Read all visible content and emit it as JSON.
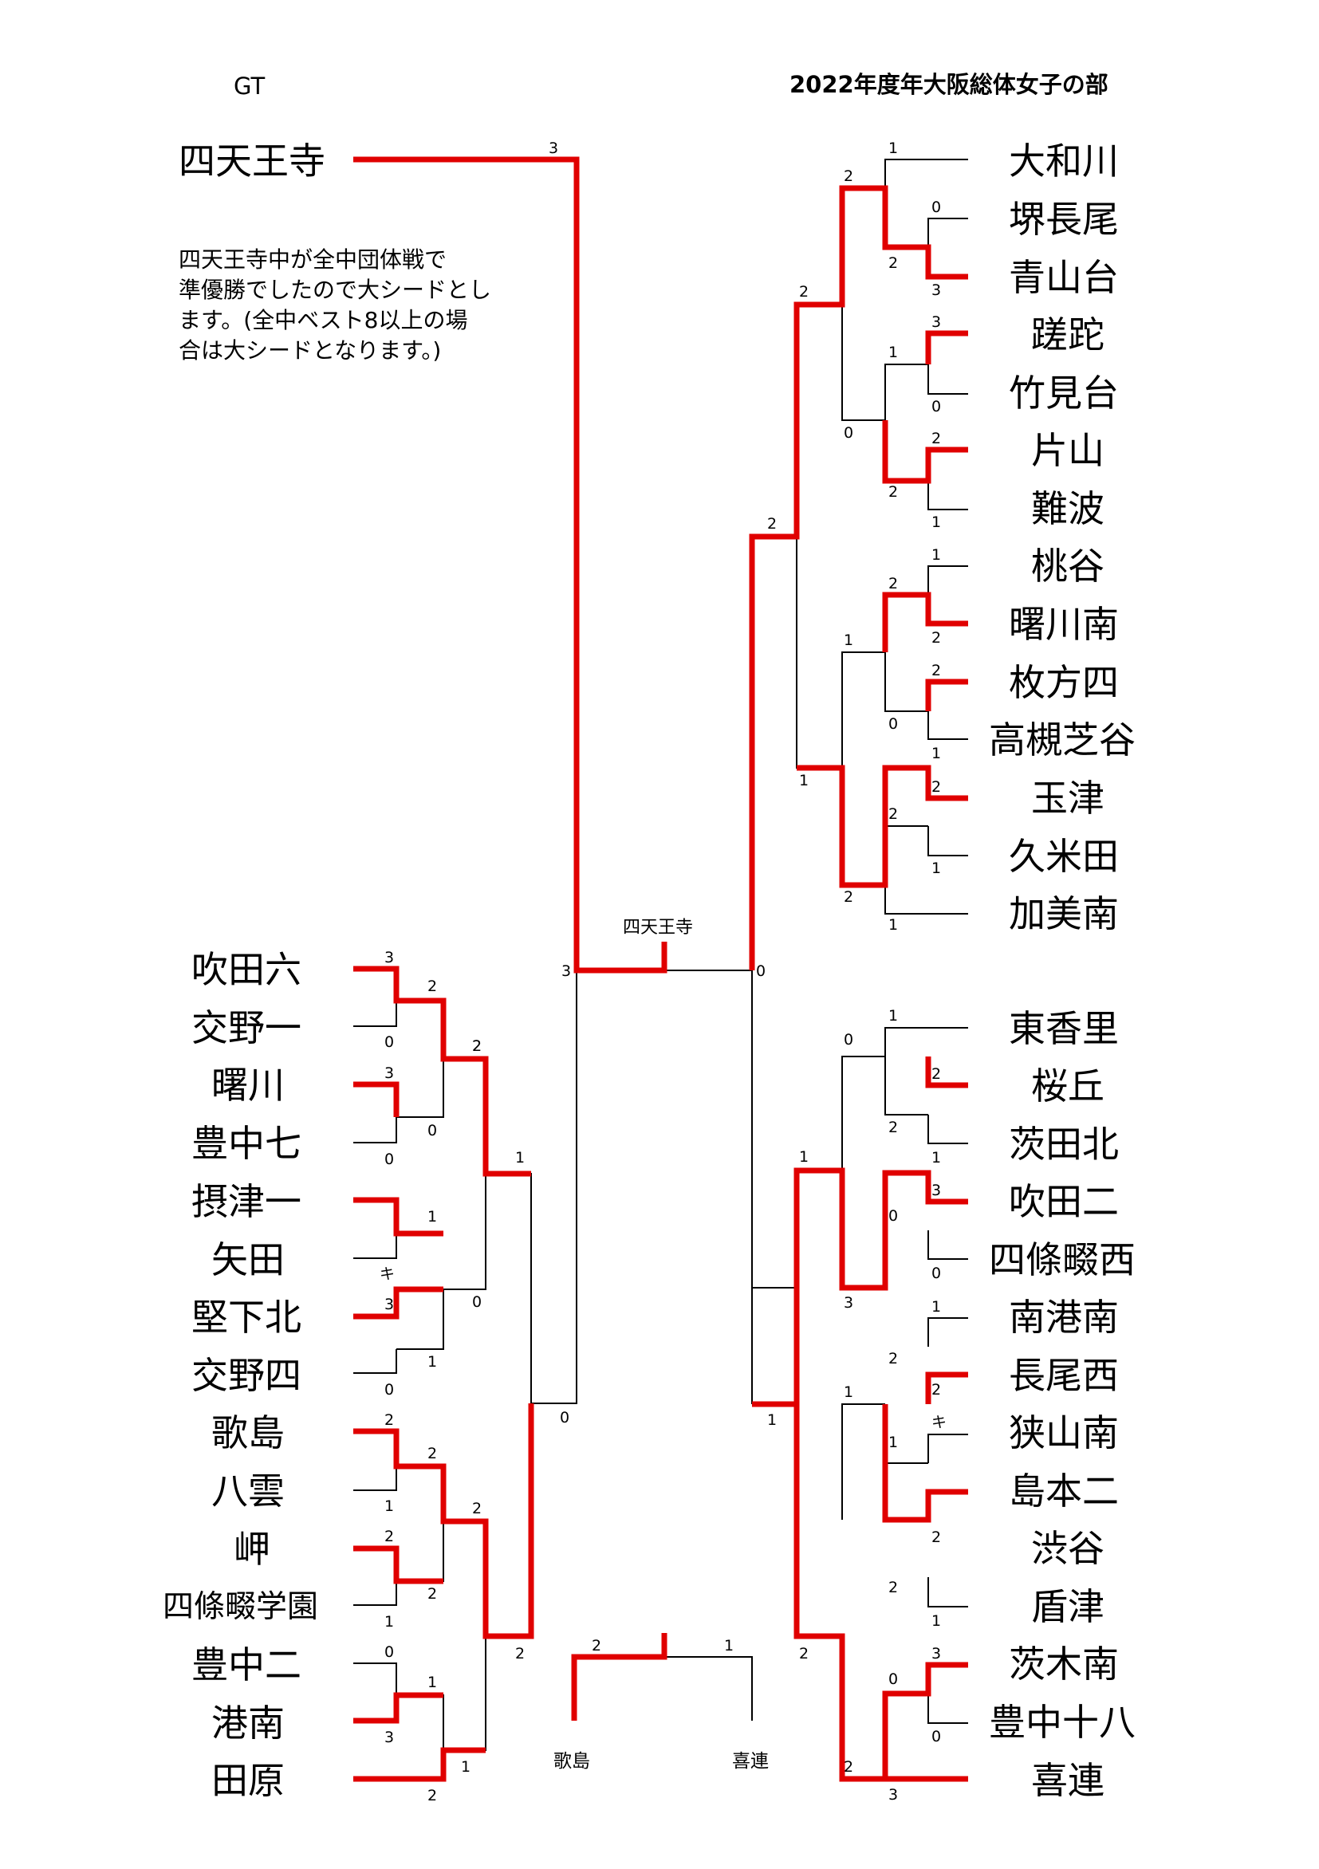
{
  "header": {
    "left_label": "GT",
    "title": "2022年度年大阪総体女子の部"
  },
  "note": "四天王寺中が全中団体戦で\n準優勝でしたので大シードとし\nます。(全中ベスト8以上の場\n合は大シードとなります。)",
  "champion_label": "四天王寺",
  "third_place": {
    "left_team": "歌島",
    "right_team": "喜連",
    "left_score": "2",
    "right_score": "1"
  },
  "seed_team": "四天王寺",
  "left_teams": [
    "吹田六",
    "交野一",
    "曙川",
    "豊中七",
    "摂津一",
    "矢田",
    "堅下北",
    "交野四",
    "歌島",
    "八雲",
    "岬",
    "四條畷学園",
    "豊中二",
    "港南",
    "田原"
  ],
  "right_teams": [
    "大和川",
    "堺長尾",
    "青山台",
    "蹉跎",
    "竹見台",
    "片山",
    "難波",
    "桃谷",
    "曙川南",
    "枚方四",
    "高槻芝谷",
    "玉津",
    "久米田",
    "加美南",
    "東香里",
    "桜丘",
    "茨田北",
    "吹田二",
    "四條畷西",
    "南港南",
    "長尾西",
    "狭山南",
    "島本二",
    "渋谷",
    "盾津",
    "茨木南",
    "豊中十八",
    "喜連"
  ],
  "scores": {
    "seed": "3",
    "top_semifinal": "3",
    "final_left": "3",
    "final_right": "0",
    "left": {
      "r1": [
        "3",
        "0",
        "3",
        "0",
        "1",
        "キ",
        "3",
        "0",
        "2",
        "1",
        "2",
        "1",
        "0",
        "3",
        "2"
      ],
      "r2": [
        "2",
        "0",
        "1",
        "2",
        "2",
        "1",
        "1",
        "1"
      ],
      "r3": [
        "2",
        "1",
        "0",
        "2"
      ],
      "r4": [
        "1",
        "0",
        "2"
      ]
    },
    "right": {
      "r1": [
        "1",
        "0",
        "3",
        "3",
        "0",
        "2",
        "1",
        "1",
        "2",
        "2",
        "1",
        "2",
        "1",
        "1",
        "1",
        "2",
        "1",
        "3",
        "0",
        "1",
        "2",
        "キ",
        "2",
        "1",
        "3",
        "0",
        "3"
      ],
      "r2": [
        "2",
        "2",
        "1",
        "2",
        "2",
        "0",
        "2",
        "2",
        "0",
        "2",
        "1",
        "2",
        "0",
        "2"
      ],
      "r3": [
        "2",
        "0",
        "1",
        "2",
        "0",
        "3",
        "1",
        "2"
      ],
      "r4": [
        "2",
        "1",
        "1",
        "2"
      ],
      "r5": [
        "2",
        "1",
        "1",
        "2"
      ],
      "r6": [
        "2",
        "1"
      ]
    }
  }
}
